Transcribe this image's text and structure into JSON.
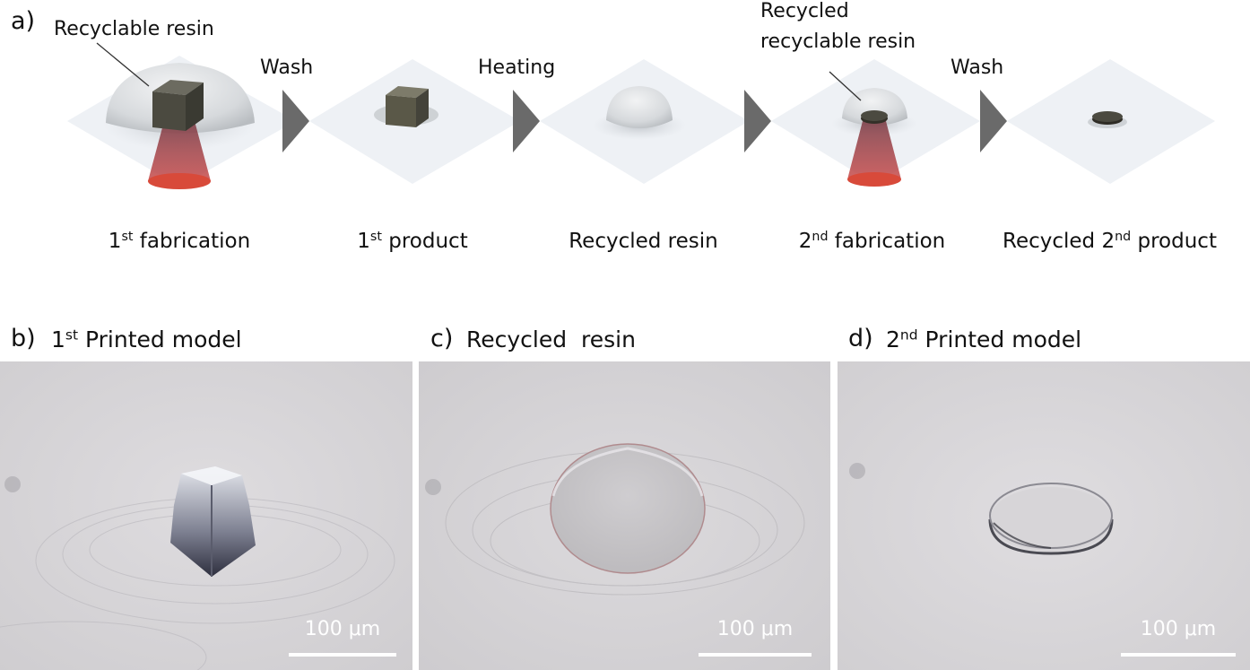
{
  "panel_a": {
    "letter": "a)",
    "callouts": {
      "recyclable_resin": "Recyclable resin",
      "recycled_line1": "Recycled",
      "recycled_line2": "recyclable resin"
    },
    "steps": [
      "Wash",
      "Heating",
      "Wash"
    ],
    "stages": [
      {
        "pre": "1",
        "sup": "st",
        "post": " fabrication"
      },
      {
        "pre": "1",
        "sup": "st",
        "post": " product"
      },
      {
        "pre": "Recycled resin",
        "sup": "",
        "post": ""
      },
      {
        "pre": "2",
        "sup": "nd",
        "post": " fabrication"
      },
      {
        "pre": "Recycled 2",
        "sup": "nd",
        "post": " product"
      }
    ]
  },
  "panel_b": {
    "letter": "b)",
    "pre": "1",
    "sup": "st",
    "post": " Printed model",
    "scale": "100 μm"
  },
  "panel_c": {
    "letter": "c)",
    "title": "Recycled  resin",
    "scale": "100 μm"
  },
  "panel_d": {
    "letter": "d)",
    "pre": "2",
    "sup": "nd",
    "post": " Printed model",
    "scale": "100 μm"
  },
  "colors": {
    "plate": "#eef1f5",
    "resin": "#d9dcdf",
    "cube": "#4a4a40",
    "laser": "#c23a3a",
    "arrow": "#6a6a6a",
    "photo_bg": "#d8d6d9"
  }
}
